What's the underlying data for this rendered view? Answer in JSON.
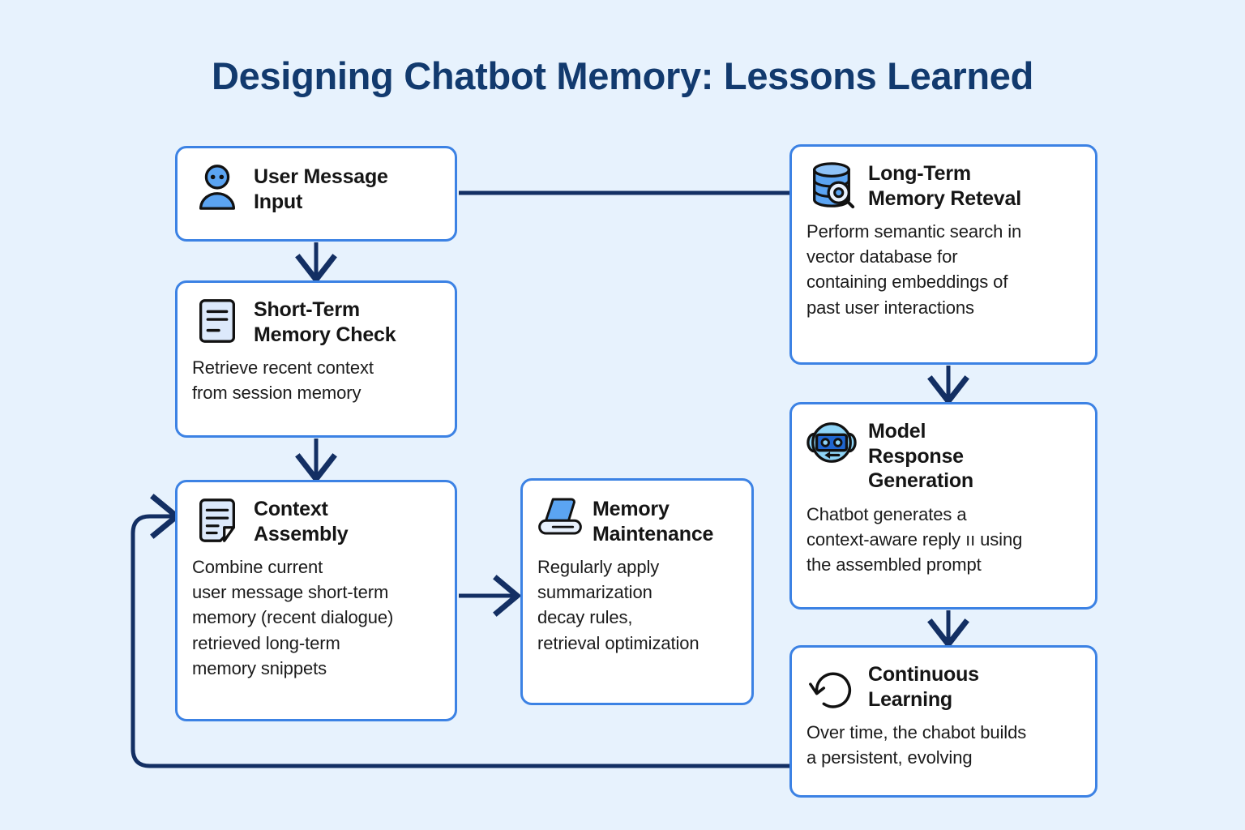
{
  "page": {
    "title": "Designing Chatbot Memory: Lessons Learned",
    "background_color": "#e7f2fd",
    "title_color": "#123a6e",
    "node_border_color": "#3c82e4",
    "node_fill_color": "#ffffff",
    "connector_color": "#132f63",
    "icon_accent_color": "#5ba4f2",
    "icon_light_color": "#d9e8fb",
    "icon_outline_color": "#111111"
  },
  "nodes": {
    "user_message": {
      "title_line1": "User Message",
      "title_line2": "Input",
      "icon": "user-avatar-icon"
    },
    "short_term": {
      "title_line1": "Short-Term",
      "title_line2": "Memory Check",
      "icon": "document-lines-icon",
      "desc_line1": "Retrieve recent context",
      "desc_line2": "from session memory"
    },
    "context_assembly": {
      "title_line1": "Context",
      "title_line2": "Assembly",
      "icon": "document-folded-corner-icon",
      "desc_line1": "Combine current",
      "desc_line2": "user message short-term",
      "desc_line3": "memory (recent dialogue)",
      "desc_line4": "retrieved long-term",
      "desc_line5": "memory snippets"
    },
    "memory_maintenance": {
      "title_line1": "Memory",
      "title_line2": "Maintenance",
      "icon": "eraser-icon",
      "desc_line1": "Regularly apply",
      "desc_line2": "summarization",
      "desc_line3": "decay rules,",
      "desc_line4": "retrieval optimization"
    },
    "long_term": {
      "title_line1": "Long-Term",
      "title_line2": "Memory Reteval",
      "icon": "database-search-icon",
      "desc_line1": "Perform semantic search in",
      "desc_line2": "vector database for",
      "desc_line3": "containing embeddings of",
      "desc_line4": "past user interactions"
    },
    "model_response": {
      "title_line1": "Model",
      "title_line2": "Response",
      "title_line3": "Generation",
      "icon": "robot-icon",
      "desc_line1": "Chatbot generates a",
      "desc_line2": "context-aware reply ıı using",
      "desc_line3": "the assembled prompt"
    },
    "continuous_learning": {
      "title_line1": "Continuous",
      "title_line2": "Learning",
      "icon": "circular-refresh-arrow-icon",
      "desc_line1": "Over time, the chabot builds",
      "desc_line2": "a persistent, evolving"
    }
  },
  "connectors": [
    {
      "name": "user-to-longterm",
      "from": "user_message",
      "to": "long_term",
      "direction": "right"
    },
    {
      "name": "user-to-shortterm",
      "from": "user_message",
      "to": "short_term",
      "direction": "down"
    },
    {
      "name": "shortterm-to-context",
      "from": "short_term",
      "to": "context_assembly",
      "direction": "down"
    },
    {
      "name": "context-to-maintenance",
      "from": "context_assembly",
      "to": "memory_maintenance",
      "direction": "right"
    },
    {
      "name": "longterm-to-model",
      "from": "long_term",
      "to": "model_response",
      "direction": "down"
    },
    {
      "name": "model-to-continuous",
      "from": "model_response",
      "to": "continuous_learning",
      "direction": "down"
    },
    {
      "name": "continuous-to-context-feedback",
      "from": "continuous_learning",
      "to": "context_assembly",
      "direction": "loop-left"
    }
  ]
}
